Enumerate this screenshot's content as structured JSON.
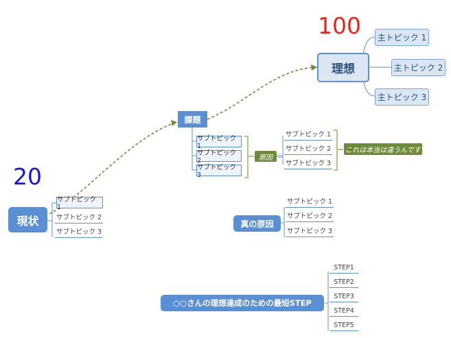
{
  "ideal_value": "100",
  "current_value": "20",
  "current_state": {
    "label": "現状",
    "subtopics": [
      "サブトピック 1",
      "サブトピック 2",
      "サブトピック 3"
    ]
  },
  "issue": {
    "label": "課題",
    "subtopics": [
      "サブトピック 1",
      "サブトピック 2",
      "サブトピック 3"
    ]
  },
  "ideal": {
    "label": "理想",
    "topics": [
      "主トピック 1",
      "主トピック 2",
      "主トピック 3"
    ]
  },
  "cause": {
    "label": "原因",
    "subtopics": [
      "サブトピック 1",
      "サブトピック 2",
      "サブトピック 3"
    ],
    "note": "これは本当は違うんです"
  },
  "true_cause": {
    "label": "真の原因",
    "subtopics": [
      "サブトピック 1",
      "サブトピック 2",
      "サブトピック 3"
    ]
  },
  "shortest": {
    "label": "○○さんの理想達成のための最短STEP",
    "steps": [
      "STEP1",
      "STEP2",
      "STEP3",
      "STEP4",
      "STEP5"
    ]
  },
  "colors": {
    "blue": "#5b8fd4",
    "light_blue": "#dbe6f3",
    "green": "#6f8a3a",
    "red": "#e8261c",
    "number_blue": "#1a14d8"
  }
}
